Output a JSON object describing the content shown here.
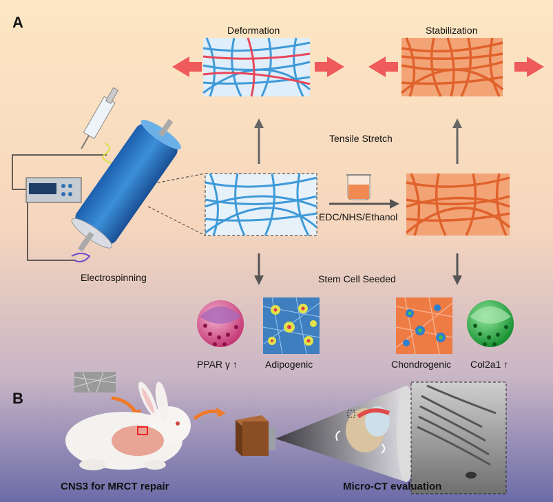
{
  "panel_a": {
    "letter": "A",
    "deformation": "Deformation",
    "stabilization": "Stabilization",
    "tensile_stretch": "Tensile Stretch",
    "edc": "EDC/NHS/Ethanol",
    "electrospinning": "Electrospinning",
    "stem_cell": "Stem Cell Seeded",
    "ppar": "PPAR γ ↑",
    "adipogenic": "Adipogenic",
    "chondrogenic": "Chondrogenic",
    "col2a1": "Col2a1 ↑"
  },
  "panel_b": {
    "letter": "B",
    "cns3": "CNS3 for MRCT repair",
    "microct": "Micro-CT evaluation"
  },
  "colors": {
    "blue_fiber": "#3f9ad8",
    "red_fiber": "#e8475a",
    "orange_fiber": "#ef7a3f",
    "arrow_red": "#ef5a5a",
    "arrow_gray": "#555555"
  }
}
